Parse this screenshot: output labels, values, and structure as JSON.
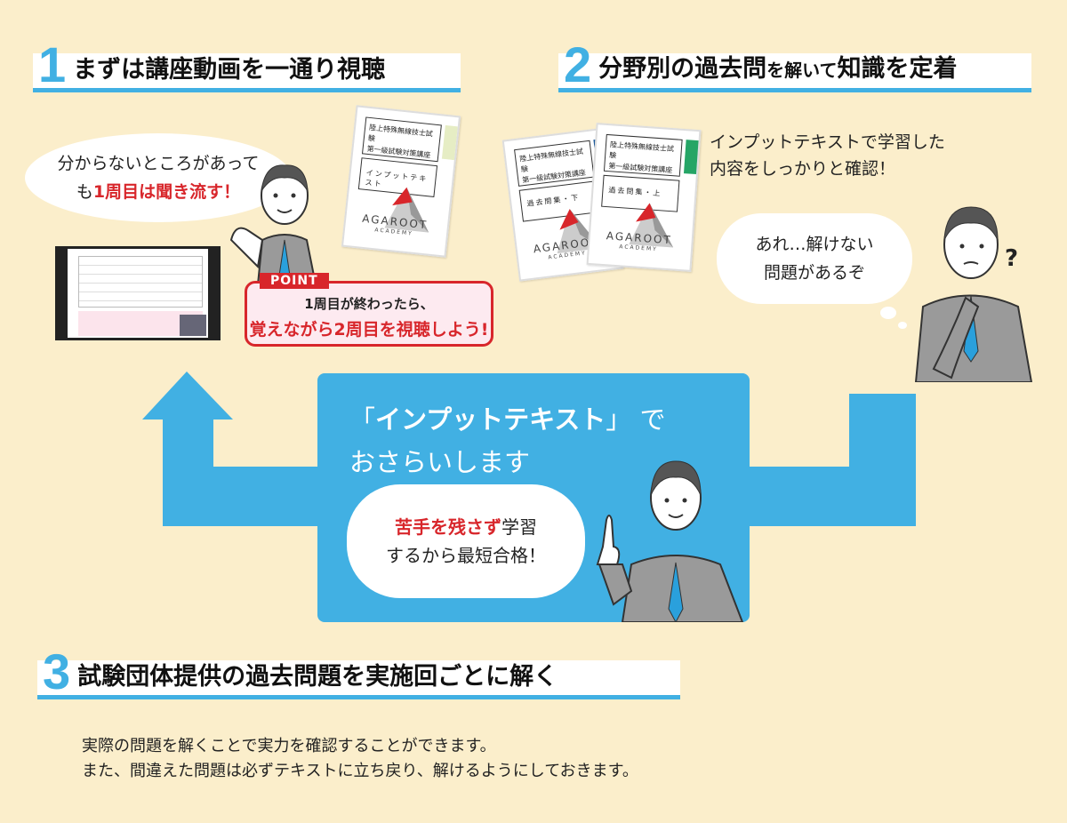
{
  "colors": {
    "background": "#fbeecb",
    "accent_blue": "#41b0e3",
    "accent_red": "#d8262b"
  },
  "step1": {
    "number": "1",
    "title": "まずは講座動画を一通り視聴",
    "bubble": {
      "line1": "分からないところがあって",
      "line2_prefix": "も",
      "line2_emphasis": "1周目は聞き流す！"
    },
    "point": {
      "tag": "POINT",
      "line1": "1周目が終わったら、",
      "line2": "覚えながら2周目を視聴しよう!"
    }
  },
  "step2": {
    "number": "2",
    "title_a": "分野別の過去問",
    "title_b": "を解いて",
    "title_c": "知識を定着",
    "description": [
      "インプットテキストで学習した",
      "内容をしっかりと確認！"
    ],
    "bubble": [
      "あれ…解けない",
      "問題があるぞ"
    ],
    "question_mark": "?"
  },
  "books": [
    {
      "series": "陸上特殊無線技士試験",
      "course": "第一級試験対策講座",
      "title": "インプットテキスト",
      "color": "#e6edc4",
      "logo": "AGAROOT",
      "logo_sub": "ACADEMY"
    },
    {
      "series": "陸上特殊無線技士試験",
      "course": "第一級試験対策講座",
      "title": "過去問集・下",
      "color": "#1f5c9c",
      "logo": "AGAROOT",
      "logo_sub": "ACADEMY"
    },
    {
      "series": "陸上特殊無線技士試験",
      "course": "第一級試験対策講座",
      "title": "過去問集・上",
      "color": "#25a566",
      "logo": "AGAROOT",
      "logo_sub": "ACADEMY"
    }
  ],
  "center": {
    "line1_quote_open": "「",
    "line1_bold": "インプットテキスト",
    "line1_quote_close": "」",
    "line1_suffix": "で",
    "line2": "おさらいします",
    "bubble": {
      "emphasis": "苦手を残さず",
      "line1_suffix": "学習",
      "line2": "するから最短合格！"
    }
  },
  "step3": {
    "number": "3",
    "title": "試験団体提供の過去問題を実施回ごとに解く",
    "description": [
      "実際の問題を解くことで実力を確認することができます。",
      "また、間違えた問題は必ずテキストに立ち戻り、解けるようにしておきます。"
    ]
  }
}
